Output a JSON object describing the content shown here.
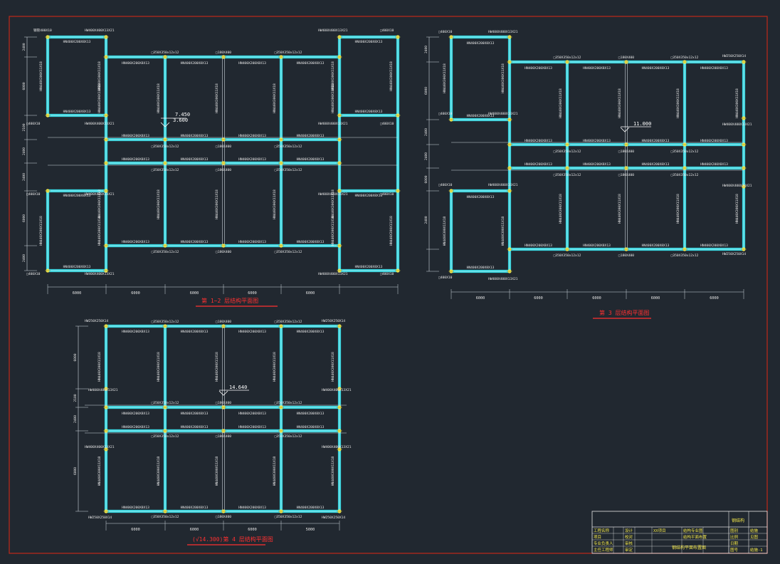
{
  "plans": {
    "p12": {
      "title": "第 1~2 层结构平面图",
      "elev_top": "7.450",
      "elev_bottom": "3.600",
      "dims_h": [
        "6000",
        "6000",
        "6000",
        "6000",
        "6000"
      ],
      "dims_v": [
        "2400",
        "6000",
        "2100",
        "2400",
        "2400",
        "6000",
        "2400"
      ],
      "col_labels": [
        "钢管400X10",
        "HW400X400X13X21",
        "HW400X400X13X21",
        "□400X10",
        "□400X10",
        "HW400X400X13X21",
        "HW400X400X13X21",
        "□400X10",
        "□400X10",
        "HW400X400X13X21",
        "HW400X400X13X21",
        "□400X10",
        "□400X10",
        "HW400X400X13X21",
        "HW400X400X13X21",
        "□400X10"
      ],
      "top_beams": [
        "□350X350x12x12",
        "□180X400",
        "□350X350x12x12"
      ],
      "mid_beams": [
        "□350X350x12x12",
        "□180X400",
        "□350X350x12x12",
        "□350X350x12x12",
        "□180X400",
        "□350X350x12x12"
      ],
      "bot_beams": [
        "□350X350x12x12",
        "□180X400",
        "□350X350x12x12"
      ],
      "beam_h": "HN400X200X8X13",
      "beam_v": "HN440X300X11X18"
    },
    "p3": {
      "title": "第 3 层结构平面图",
      "elev": "11.000",
      "dims_h": [
        "6000",
        "6000",
        "6000",
        "6000",
        "6000"
      ],
      "dims_v": [
        "2400",
        "6000",
        "2400",
        "2400",
        "6000",
        "2400"
      ],
      "col_labels": [
        "□400X10",
        "HW400X400X13X21",
        "□400X10",
        "HW400X400X13X21",
        "□400X10",
        "HW400X400X13X21",
        "□400X10",
        "HW400X400X13X21",
        "HW250X250X14",
        "HW400X400X13X21",
        "HW400X400X13X21",
        "HW250X250X14"
      ],
      "top_beams": [
        "□350X350x12x12",
        "□180X400",
        "□350X350x12x12"
      ],
      "mid_beams": [
        "□350X350x12x12",
        "□180X400",
        "□350X350x12x12",
        "□350X350x12x12",
        "□180X400",
        "□350X350x12x12"
      ],
      "bot_beams": [
        "□350X350x12x12",
        "□180X400",
        "□350X350x12x12"
      ],
      "beam_h": "HN400X200X8X13",
      "beam_v": "HN440X300X11X18"
    },
    "p4": {
      "title": "(√14.300)第 4 层结构平面图",
      "elev": "14.640",
      "dims_h": [
        "6000",
        "6000",
        "6000",
        "5000"
      ],
      "dims_v": [
        "6000",
        "2100",
        "2400",
        "6000"
      ],
      "col_labels": [
        "HW250X250X14",
        "HW250X250X14",
        "HW400X400X13X21",
        "HW400X400X13X21",
        "HW400X400X13X21",
        "HW400X400X13X21",
        "HW250X250X14",
        "HW250X250X14"
      ],
      "top_beams": [
        "□350X350x12x12",
        "□180X400",
        "□350X350x12x12"
      ],
      "mid_beams": [
        "□350X350x12x12",
        "□180X400",
        "□350X350x12x12",
        "□350X350x12x12",
        "□180X400",
        "□350X350x12x12"
      ],
      "bot_beams": [
        "□350X350x12x12",
        "□180X400",
        "□350X350x12x12"
      ],
      "beam_h": "HN400X200X8X13",
      "beam_v": "HN440X300X11X18"
    }
  },
  "title_block": {
    "top_label": "钢结构",
    "rows": [
      [
        "工程名称",
        "设计",
        "XX项目",
        "结构专业图",
        "图别",
        "结施"
      ],
      [
        "项目",
        "校对",
        "",
        "结构平面布置",
        "比例",
        "见图"
      ],
      [
        "专业负责人",
        "审核",
        "",
        "",
        "日期",
        ""
      ],
      [
        "主任工程师",
        "审定",
        "",
        "",
        "图号",
        "结施-1"
      ]
    ],
    "drawing_name": "钢结构平面布置图"
  },
  "colors": {
    "background": "#212830",
    "frame": "#c0281a",
    "beam": "#36d2dc",
    "text": "#e6e6e6",
    "label_yellow": "#f2e64a",
    "title_red": "#ff3030"
  }
}
